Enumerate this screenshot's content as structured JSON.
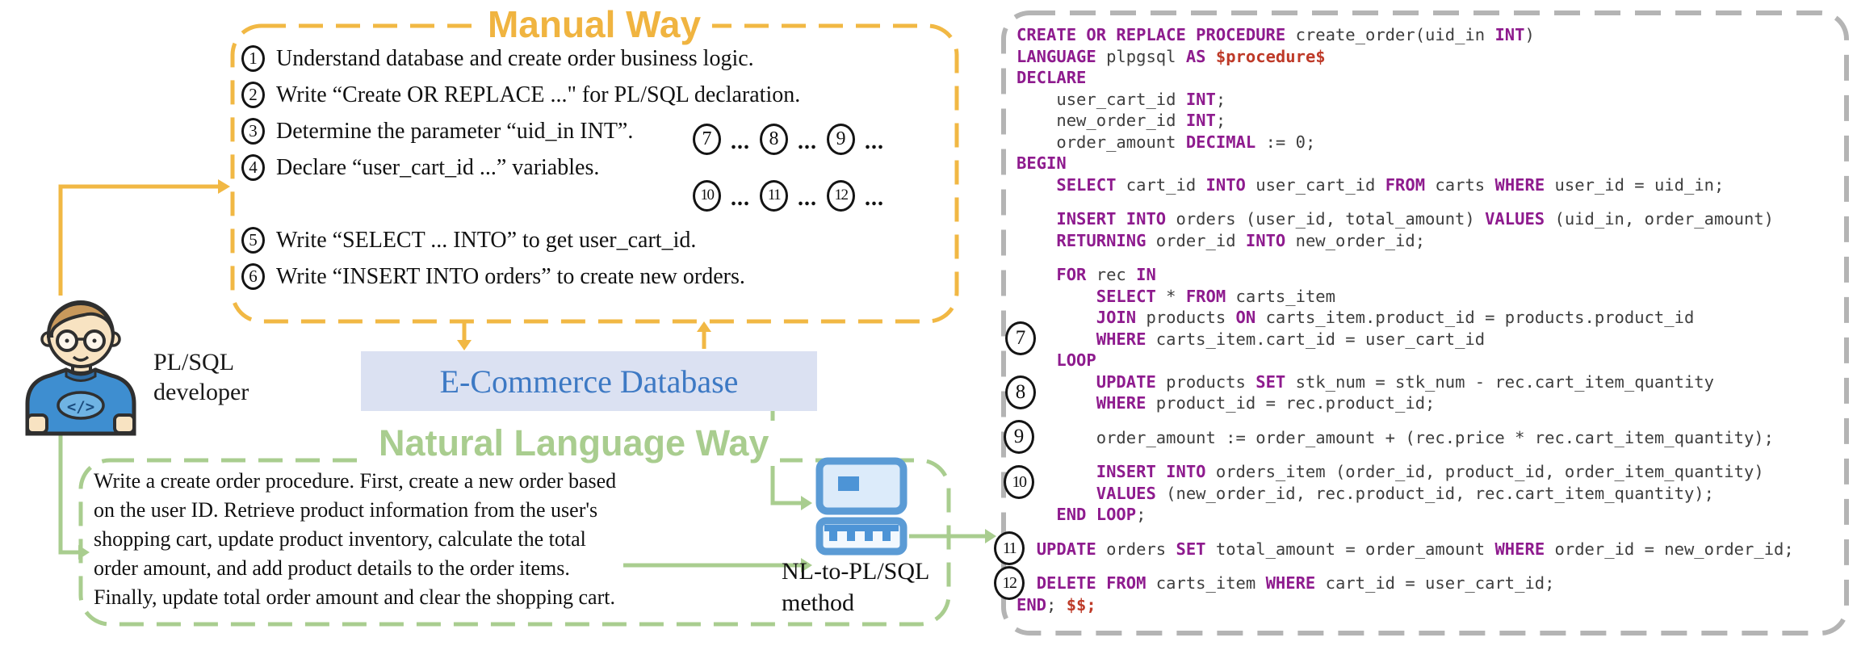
{
  "left": {
    "developer_line1": "PL/SQL",
    "developer_line2": "developer",
    "badge": "</>"
  },
  "manual": {
    "title": "Manual Way",
    "steps": [
      {
        "num": "1",
        "text": "Understand database and create order business logic."
      },
      {
        "num": "2",
        "text": "Write “Create OR REPLACE ...\" for PL/SQL declaration."
      },
      {
        "num": "3",
        "text": "Determine the parameter “uid_in INT”."
      },
      {
        "num": "4",
        "text": "Declare “user_cart_id ...” variables."
      },
      {
        "num": "5",
        "text": "Write “SELECT ... INTO” to get user_cart_id."
      },
      {
        "num": "6",
        "text": "Write “INSERT INTO orders” to create new orders."
      }
    ],
    "more_steps": [
      [
        "7",
        "8",
        "9"
      ],
      [
        "10",
        "11",
        "12"
      ]
    ],
    "dots": "..."
  },
  "database": {
    "label": "E-Commerce Database"
  },
  "natural": {
    "title": "Natural Language Way",
    "lines": [
      "Write a create order procedure. First, create a new order based",
      "on the user ID. Retrieve product information from the user's",
      "shopping cart, update product inventory, calculate the total",
      "order amount, and add product details to the order items.",
      "Finally, update total order amount and clear the shopping cart."
    ]
  },
  "method": {
    "label_line1": "NL-to-PL/SQL",
    "label_line2": "method"
  },
  "code": {
    "markers": [
      "7",
      "8",
      "9",
      "10",
      "11",
      "12"
    ],
    "lines": [
      [
        [
          "k",
          "CREATE OR REPLACE PROCEDURE"
        ],
        [
          "p",
          " create_order(uid_in "
        ],
        [
          "k",
          "INT"
        ],
        [
          "p",
          ")"
        ]
      ],
      [
        [
          "k",
          "LANGUAGE"
        ],
        [
          "p",
          " plpgsql "
        ],
        [
          "k",
          "AS"
        ],
        [
          "r",
          " $procedure$"
        ]
      ],
      [
        [
          "k",
          "DECLARE"
        ]
      ],
      [
        [
          "p",
          "    user_cart_id "
        ],
        [
          "k",
          "INT"
        ],
        [
          "p",
          ";"
        ]
      ],
      [
        [
          "p",
          "    new_order_id "
        ],
        [
          "k",
          "INT"
        ],
        [
          "p",
          ";"
        ]
      ],
      [
        [
          "p",
          "    order_amount "
        ],
        [
          "k",
          "DECIMAL"
        ],
        [
          "p",
          " := 0;"
        ]
      ],
      [
        [
          "k",
          "BEGIN"
        ]
      ],
      [
        [
          "p",
          "    "
        ],
        [
          "k",
          "SELECT"
        ],
        [
          "p",
          " cart_id "
        ],
        [
          "k",
          "INTO"
        ],
        [
          "p",
          " user_cart_id "
        ],
        [
          "k",
          "FROM"
        ],
        [
          "p",
          " carts "
        ],
        [
          "k",
          "WHERE"
        ],
        [
          "p",
          " user_id = uid_in;"
        ]
      ],
      "gap",
      [
        [
          "p",
          "    "
        ],
        [
          "k",
          "INSERT INTO"
        ],
        [
          "p",
          " orders (user_id, total_amount) "
        ],
        [
          "k",
          "VALUES"
        ],
        [
          "p",
          " (uid_in, order_amount)"
        ]
      ],
      [
        [
          "p",
          "    "
        ],
        [
          "k",
          "RETURNING"
        ],
        [
          "p",
          " order_id "
        ],
        [
          "k",
          "INTO"
        ],
        [
          "p",
          " new_order_id;"
        ]
      ],
      "gap",
      [
        [
          "p",
          "    "
        ],
        [
          "k",
          "FOR"
        ],
        [
          "p",
          " rec "
        ],
        [
          "k",
          "IN"
        ]
      ],
      [
        [
          "p",
          "        "
        ],
        [
          "k",
          "SELECT"
        ],
        [
          "p",
          " * "
        ],
        [
          "k",
          "FROM"
        ],
        [
          "p",
          " carts_item"
        ]
      ],
      [
        [
          "p",
          "        "
        ],
        [
          "k",
          "JOIN"
        ],
        [
          "p",
          " products "
        ],
        [
          "k",
          "ON"
        ],
        [
          "p",
          " carts_item.product_id = products.product_id"
        ]
      ],
      [
        [
          "p",
          "        "
        ],
        [
          "k",
          "WHERE"
        ],
        [
          "p",
          " carts_item.cart_id = user_cart_id"
        ]
      ],
      [
        [
          "p",
          "    "
        ],
        [
          "k",
          "LOOP"
        ]
      ],
      [
        [
          "p",
          "        "
        ],
        [
          "k",
          "UPDATE"
        ],
        [
          "p",
          " products "
        ],
        [
          "k",
          "SET"
        ],
        [
          "p",
          " stk_num = stk_num - rec.cart_item_quantity"
        ]
      ],
      [
        [
          "p",
          "        "
        ],
        [
          "k",
          "WHERE"
        ],
        [
          "p",
          " product_id = rec.product_id;"
        ]
      ],
      "gap",
      [
        [
          "p",
          "        order_amount := order_amount + (rec.price * rec.cart_item_quantity);"
        ]
      ],
      "gap",
      [
        [
          "p",
          "        "
        ],
        [
          "k",
          "INSERT INTO"
        ],
        [
          "p",
          " orders_item (order_id, product_id, order_item_quantity)"
        ]
      ],
      [
        [
          "p",
          "        "
        ],
        [
          "k",
          "VALUES"
        ],
        [
          "p",
          " (new_order_id, rec.product_id, rec.cart_item_quantity);"
        ]
      ],
      [
        [
          "p",
          "    "
        ],
        [
          "k",
          "END LOOP"
        ],
        [
          "p",
          ";"
        ]
      ],
      "gap",
      [
        [
          "p",
          "  "
        ],
        [
          "k",
          "UPDATE"
        ],
        [
          "p",
          " orders "
        ],
        [
          "k",
          "SET"
        ],
        [
          "p",
          " total_amount = order_amount "
        ],
        [
          "k",
          "WHERE"
        ],
        [
          "p",
          " order_id = new_order_id;"
        ]
      ],
      "gap",
      [
        [
          "p",
          "  "
        ],
        [
          "k",
          "DELETE FROM"
        ],
        [
          "p",
          " carts_item "
        ],
        [
          "k",
          "WHERE"
        ],
        [
          "p",
          " cart_id = user_cart_id;"
        ]
      ],
      [
        [
          "k",
          "END"
        ],
        [
          "p",
          "; "
        ],
        [
          "r",
          "$$;"
        ]
      ]
    ]
  },
  "colors": {
    "accent_yellow": "#F1B844",
    "accent_green": "#A9CD8F",
    "database_box_bg": "#DBE1F2",
    "database_text": "#3D79C4",
    "code_keyword": "#8E1B8E",
    "code_dollar_quote": "#BE3A28",
    "code_text": "#3E3E3E",
    "panel_border": "#B4B4B4"
  }
}
